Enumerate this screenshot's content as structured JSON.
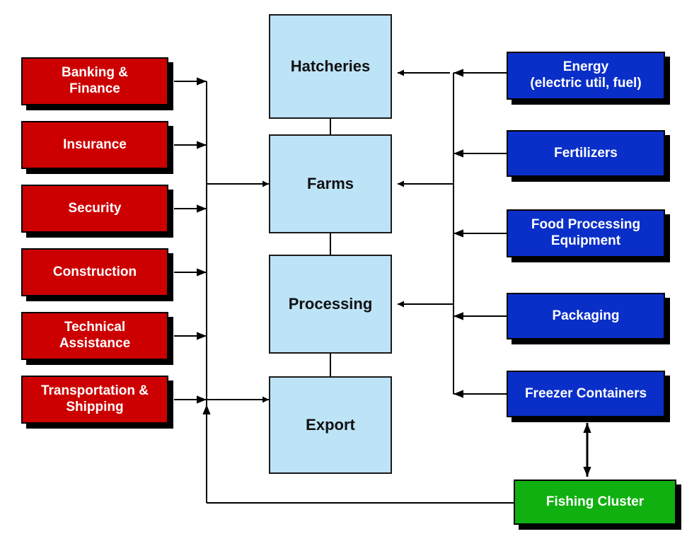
{
  "left_services": [
    {
      "id": "banking",
      "label": "Banking &\nFinance"
    },
    {
      "id": "insurance",
      "label": "Insurance"
    },
    {
      "id": "security",
      "label": "Security"
    },
    {
      "id": "construction",
      "label": "Construction"
    },
    {
      "id": "technical",
      "label": "Technical\nAssistance"
    },
    {
      "id": "transport",
      "label": "Transportation &\nShipping"
    }
  ],
  "core_chain": [
    {
      "id": "hatcheries",
      "label": "Hatcheries"
    },
    {
      "id": "farms",
      "label": "Farms"
    },
    {
      "id": "processing",
      "label": "Processing"
    },
    {
      "id": "export",
      "label": "Export"
    }
  ],
  "right_suppliers": [
    {
      "id": "energy",
      "label": "Energy\n(electric util, fuel)"
    },
    {
      "id": "fertilizers",
      "label": "Fertilizers"
    },
    {
      "id": "food_equipment",
      "label": "Food Processing\nEquipment"
    },
    {
      "id": "packaging",
      "label": "Packaging"
    },
    {
      "id": "freezer",
      "label": "Freezer Containers"
    }
  ],
  "related_cluster": {
    "id": "fishing",
    "label": "Fishing Cluster"
  },
  "colors": {
    "services": "#cc0000",
    "core": "#bde3f7",
    "suppliers": "#0a2fc8",
    "cluster": "#10b010",
    "lines": "#000000"
  }
}
